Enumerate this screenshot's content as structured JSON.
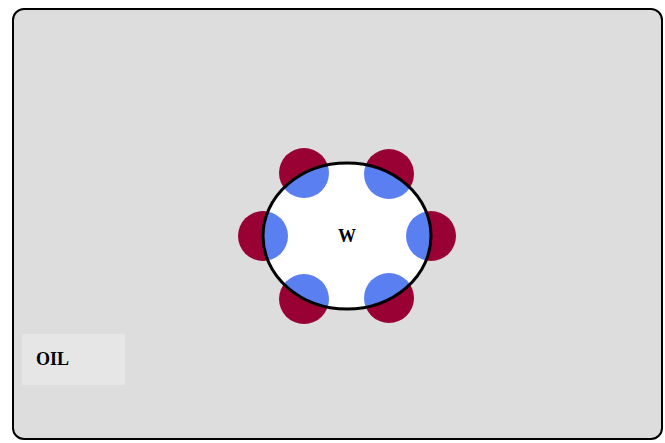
{
  "diagram": {
    "nodes": [
      {
        "text": [
          "OIL"
        ]
      },
      {
        "text": [
          "W"
        ],
        "in": 0
      }
    ]
  }
}
